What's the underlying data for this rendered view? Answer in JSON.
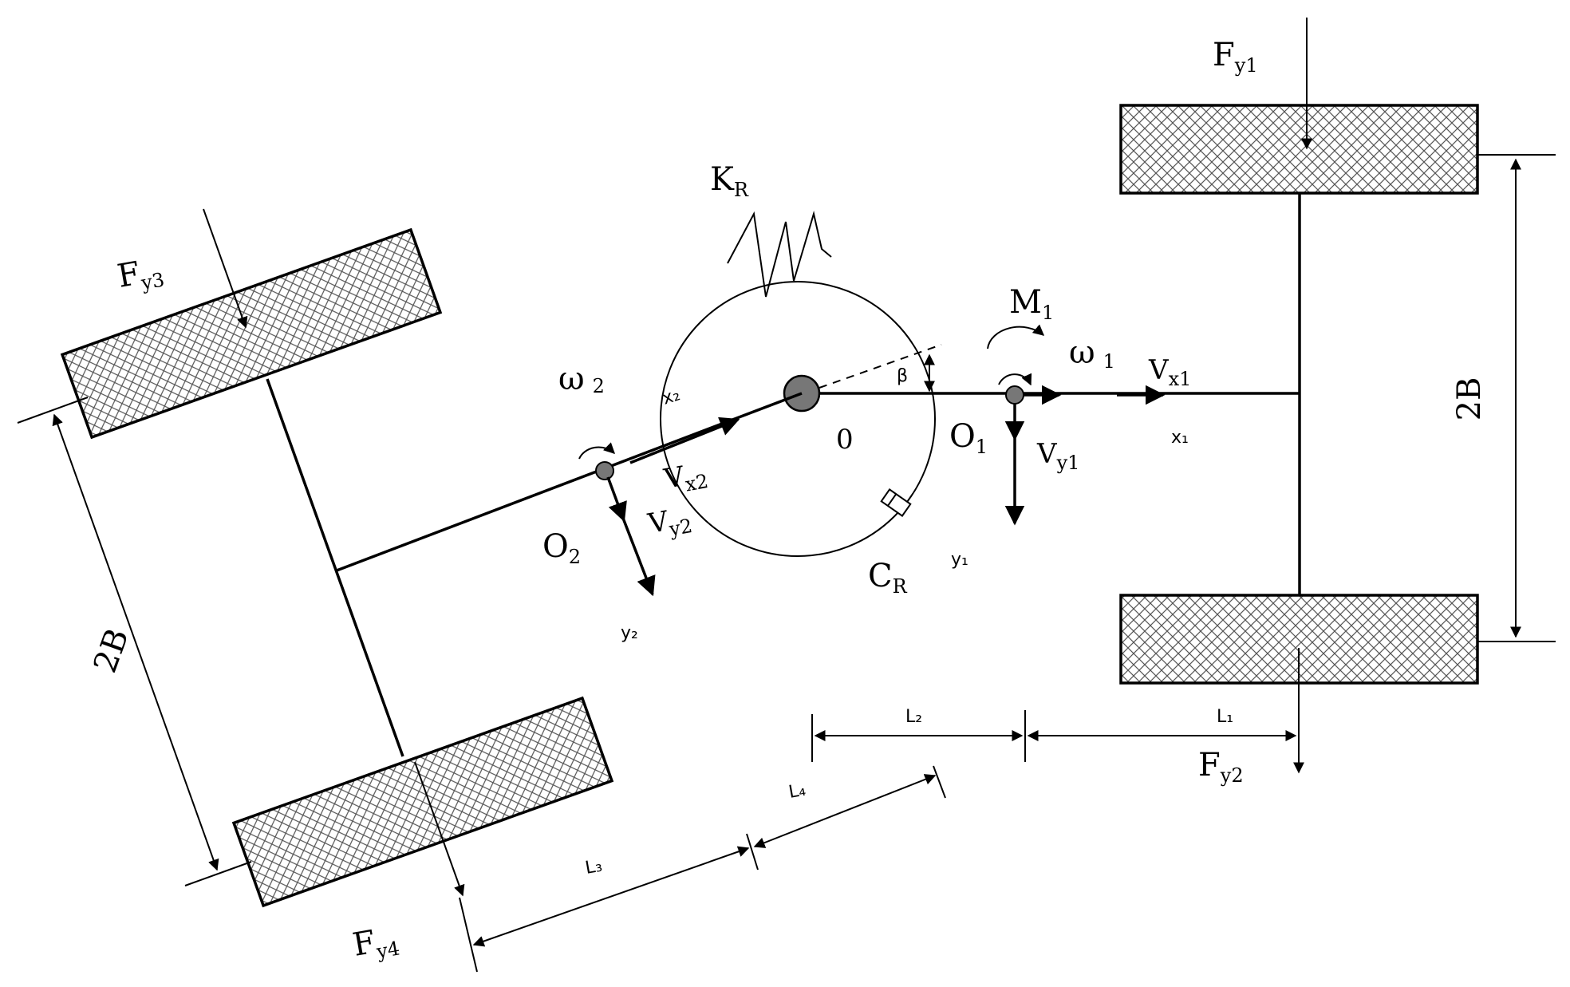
{
  "labels": {
    "fy1": "F",
    "fy1_sub": "y1",
    "fy2": "F",
    "fy2_sub": "y2",
    "fy3": "F",
    "fy3_sub": "y3",
    "fy4": "F",
    "fy4_sub": "y4",
    "kr": "K",
    "kr_sub": "R",
    "cr": "C",
    "cr_sub": "R",
    "m1": "M",
    "m1_sub": "1",
    "omega1": "ω",
    "omega1_sub": "1",
    "omega2": "ω",
    "omega2_sub": "2",
    "vx1": "V",
    "vx1_sub": "x1",
    "vy1": "V",
    "vy1_sub": "y1",
    "vx2": "V",
    "vx2_sub": "x2",
    "vy2": "V",
    "vy2_sub": "y2",
    "o": "0",
    "o1": "O",
    "o1_sub": "1",
    "o2": "O",
    "o2_sub": "2",
    "x1": "x₁",
    "y1": "y₁",
    "x2": "x₂",
    "y2": "y₂",
    "beta": "β",
    "two_b_right": "2B",
    "two_b_left": "2B",
    "l1": "L₁",
    "l2": "L₂",
    "l3": "L₃",
    "l4": "L₄"
  }
}
